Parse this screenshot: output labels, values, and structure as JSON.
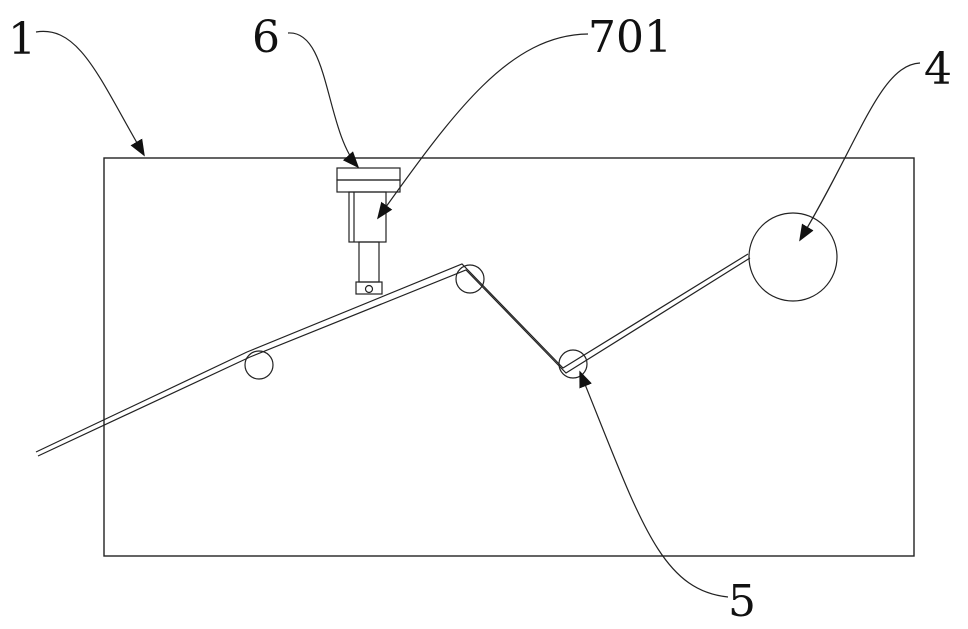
{
  "labels": {
    "frame": "1",
    "nozzle_mount": "6",
    "nozzle": "701",
    "wind_roll": "4",
    "guide_roller": "5"
  },
  "colors": {
    "stroke": "#222222",
    "background": "#ffffff"
  }
}
